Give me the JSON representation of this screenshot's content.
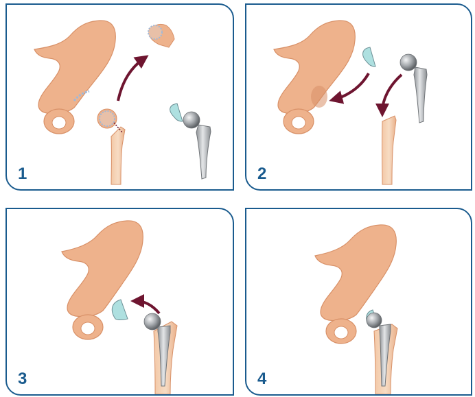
{
  "colors": {
    "border": "#1a5b8e",
    "bone": "#eeb28c",
    "bone_dark": "#d89067",
    "metal": "#b8bcc0",
    "cup": "#aee0e0",
    "arrow": "#6e1530"
  },
  "panels": [
    {
      "step": "1"
    },
    {
      "step": "2"
    },
    {
      "step": "3"
    },
    {
      "step": "4"
    }
  ]
}
